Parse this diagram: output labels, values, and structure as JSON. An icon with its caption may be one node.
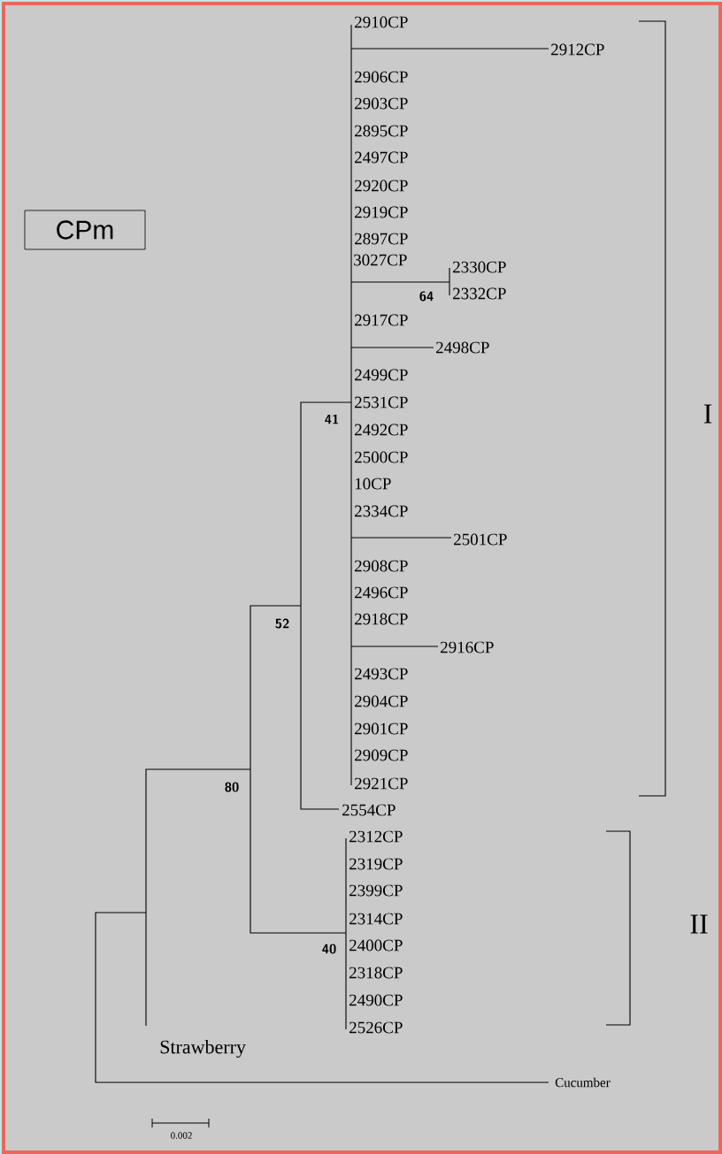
{
  "diagram": {
    "nodes": [
      {
        "text": [
          "CPm"
        ]
      }
    ],
    "labels": [
      "2910CP",
      "2912CP",
      "2906CP",
      "2903CP",
      "2895CP",
      "2497CP",
      "2920CP",
      "2919CP",
      "2897CP",
      "3027CP",
      "2330CP",
      "2332CP",
      "64",
      "2917CP",
      "2498CP",
      "2499CP",
      "2531CP",
      "I",
      "41",
      "2492CP",
      "2500CP",
      "10CP",
      "2334CP",
      "2501CP",
      "2908CP",
      "2496CP",
      "2918CP",
      "52",
      "2916CP",
      "2493CP",
      "2904CP",
      "2901CP",
      "2909CP",
      "2921CP",
      "80",
      "2554CP",
      "2312CP",
      "2319CP",
      "2399CP",
      "2314CP",
      "II",
      "2400CP",
      "40",
      "2318CP",
      "2490CP",
      "2526CP",
      "Strawberry",
      "Cucumber",
      "0.002"
    ]
  }
}
